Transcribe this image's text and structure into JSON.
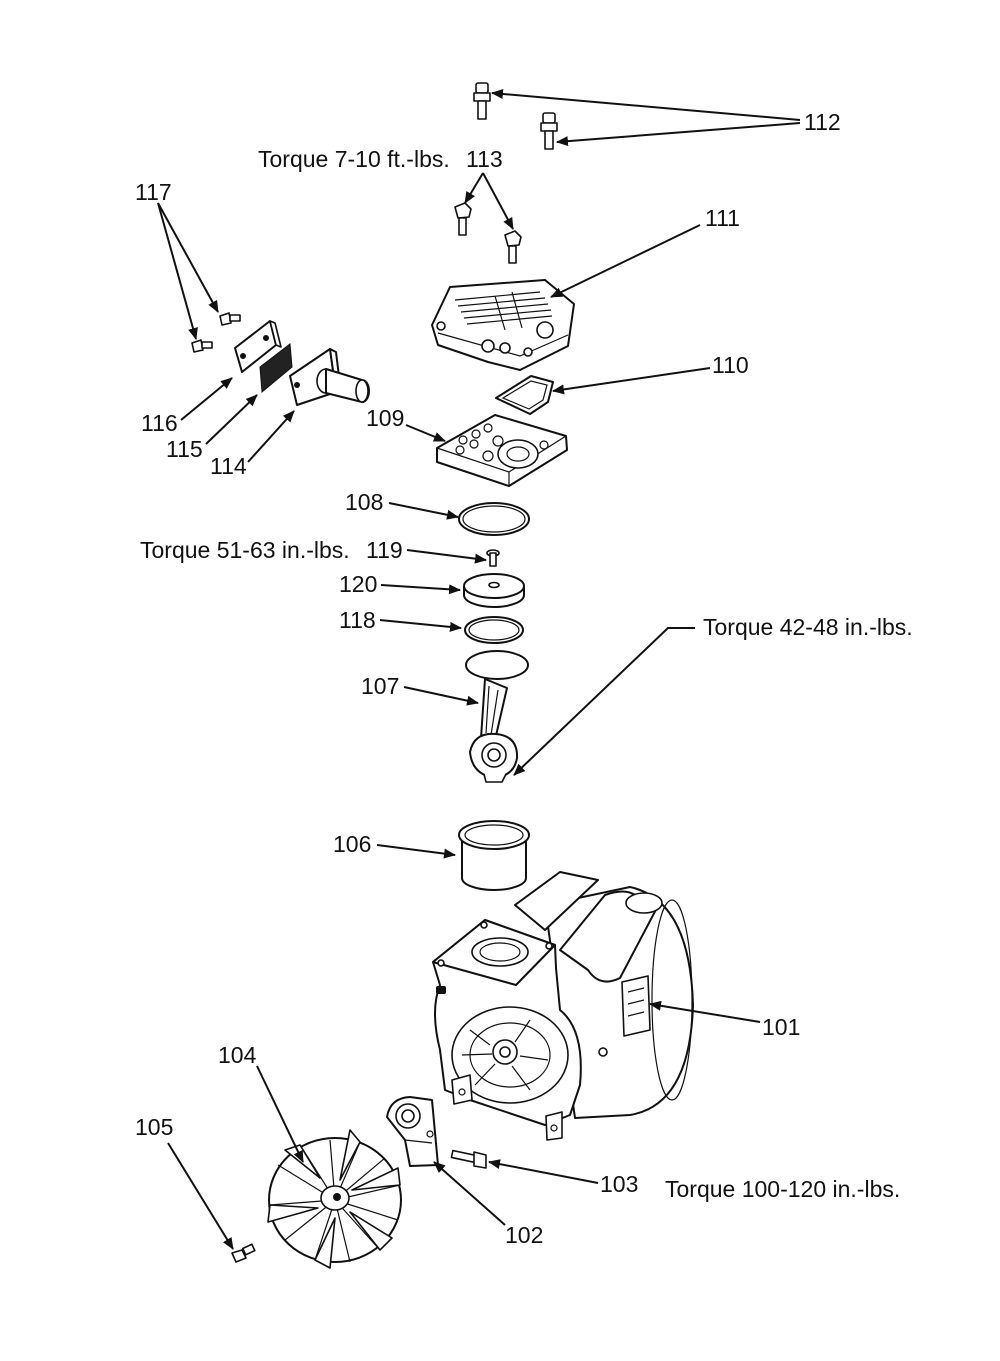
{
  "labels": {
    "p101": "101",
    "p102": "102",
    "p103": "103",
    "p104": "104",
    "p105": "105",
    "p106": "106",
    "p107": "107",
    "p108": "108",
    "p109": "109",
    "p110": "110",
    "p111": "111",
    "p112": "112",
    "p113": "113",
    "p114": "114",
    "p115": "115",
    "p116": "116",
    "p117": "117",
    "p118": "118",
    "p119": "119",
    "p120": "120"
  },
  "torque": {
    "t113": "Torque  7-10 ft.-lbs.",
    "t119": "Torque  51-63 in.-lbs.",
    "t107": "Torque  42-48 in.-lbs.",
    "t103": "Torque 100-120 in.-lbs."
  }
}
